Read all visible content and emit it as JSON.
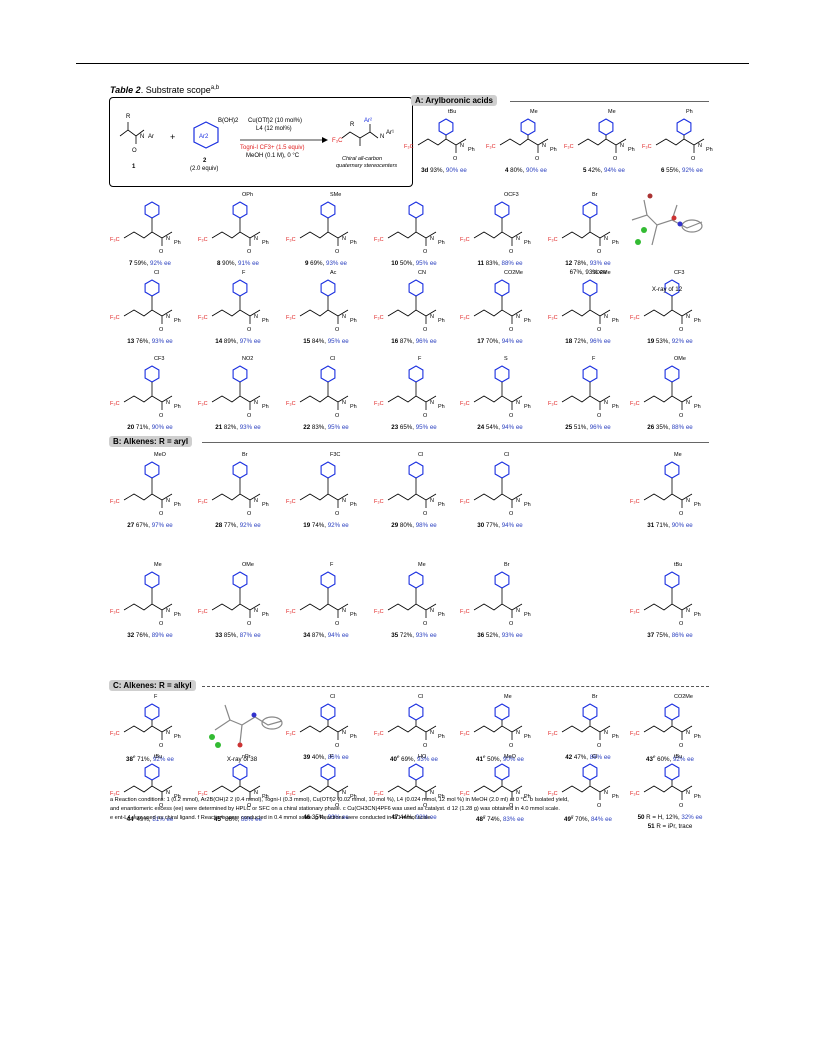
{
  "table_title": {
    "label": "Table 2",
    "text": "Substrate scope",
    "superscript": "a,b"
  },
  "scheme": {
    "reagent1_label": "1",
    "reagent1_text": "Ar",
    "reagent2_label": "2",
    "reagent2_note": "(2.0 equiv)",
    "boron": "B(OH)2",
    "ar2": "Ar2",
    "plus": "+",
    "conditions": [
      "Cu(OTf)2 (10 mol%)",
      "L4 (12 mol%)",
      "Togni-I CF3+ (1.5 equiv)",
      "MeOH (0.1 M), 0 °C"
    ],
    "product_caption": [
      "Chiral all-carbon",
      "quaternary stereocenters"
    ]
  },
  "sections": {
    "A": "A: Arylboronic acids",
    "B": "B: Alkenes:  R = aryl",
    "C": "C: Alkenes:  R = alkyl"
  },
  "compounds": [
    {
      "id": "3d",
      "yield": "93%,",
      "ee": "90% ee",
      "sub": "tBu"
    },
    {
      "id": "4",
      "yield": "80%,",
      "ee": "90% ee",
      "sub": "Me"
    },
    {
      "id": "5",
      "yield": "42%,",
      "ee": "94% ee",
      "sub": "Me"
    },
    {
      "id": "6",
      "yield": "55%,",
      "ee": "92% ee",
      "sub": "Ph"
    },
    {
      "id": "7",
      "yield": "59%,",
      "ee": "92% ee",
      "sub": ""
    },
    {
      "id": "8",
      "yield": "90%,",
      "ee": "91% ee",
      "sub": "OPh"
    },
    {
      "id": "9",
      "yield": "69%,",
      "ee": "93% ee",
      "sub": "SMe"
    },
    {
      "id": "10",
      "yield": "50%,",
      "ee": "95% ee",
      "sub": ""
    },
    {
      "id": "11",
      "yield": "83%,",
      "ee": "88% ee",
      "sub": "OCF3"
    },
    {
      "id": "12",
      "yield": "78%,",
      "ee": "93% ee",
      "sub": "Br",
      "extra": "67%, 93% ee"
    },
    {
      "id": "13",
      "yield": "76%,",
      "ee": "93% ee",
      "sub": "Cl"
    },
    {
      "id": "14",
      "yield": "89%,",
      "ee": "97% ee",
      "sub": "F"
    },
    {
      "id": "15",
      "yield": "84%,",
      "ee": "95% ee",
      "sub": "Ac"
    },
    {
      "id": "16",
      "yield": "87%,",
      "ee": "96% ee",
      "sub": "CN"
    },
    {
      "id": "17",
      "yield": "70%,",
      "ee": "94% ee",
      "sub": "CO2Me"
    },
    {
      "id": "18",
      "yield": "72%,",
      "ee": "96% ee",
      "sub": "SO2Me"
    },
    {
      "id": "19",
      "yield": "53%,",
      "ee": "92% ee",
      "sub": "CF3"
    },
    {
      "id": "20",
      "yield": "71%,",
      "ee": "90% ee",
      "sub": "CF3"
    },
    {
      "id": "21",
      "yield": "82%,",
      "ee": "93% ee",
      "sub": "NO2"
    },
    {
      "id": "22",
      "yield": "83%,",
      "ee": "95% ee",
      "sub": "Cl"
    },
    {
      "id": "23",
      "yield": "65%,",
      "ee": "95% ee",
      "sub": "F"
    },
    {
      "id": "24",
      "yield": "54%,",
      "ee": "94% ee",
      "sub": "S"
    },
    {
      "id": "25",
      "yield": "51%,",
      "ee": "96% ee",
      "sub": "F"
    },
    {
      "id": "26",
      "yield": "35%,",
      "ee": "88% ee",
      "sub": "OMe"
    },
    {
      "id": "27",
      "yield": "67%,",
      "ee": "97% ee",
      "sub": "MeO"
    },
    {
      "id": "28",
      "yield": "77%,",
      "ee": "92% ee",
      "sub": "Br"
    },
    {
      "id": "19",
      "yield": "74%,",
      "ee": "92% ee",
      "sub": "F3C"
    },
    {
      "id": "29",
      "yield": "80%,",
      "ee": "98% ee",
      "sub": "Cl"
    },
    {
      "id": "30",
      "yield": "77%,",
      "ee": "94% ee",
      "sub": "Cl"
    },
    {
      "id": "31",
      "yield": "71%,",
      "ee": "90% ee",
      "sub": "Me"
    },
    {
      "id": "32",
      "yield": "76%,",
      "ee": "89% ee",
      "sub": "Me"
    },
    {
      "id": "33",
      "yield": "85%,",
      "ee": "87% ee",
      "sub": "OMe"
    },
    {
      "id": "34",
      "yield": "87%,",
      "ee": "94% ee",
      "sub": "F"
    },
    {
      "id": "35",
      "yield": "72%,",
      "ee": "93% ee",
      "sub": "Me"
    },
    {
      "id": "36",
      "yield": "52%,",
      "ee": "93% ee",
      "sub": "Br"
    },
    {
      "id": "37",
      "yield": "75%,",
      "ee": "86% ee",
      "sub": "tBu"
    },
    {
      "id": "38",
      "yield": "71%,",
      "ee": "92% ee",
      "sub": "F",
      "mark": "e"
    },
    {
      "id": "39",
      "yield": "40%,",
      "ee": "86% ee",
      "sub": "Cl"
    },
    {
      "id": "40",
      "yield": "69%,",
      "ee": "93% ee",
      "sub": "Cl",
      "mark": "e"
    },
    {
      "id": "41",
      "yield": "50%,",
      "ee": "90% ee",
      "sub": "Me",
      "mark": "e"
    },
    {
      "id": "42",
      "yield": "47%,",
      "ee": "86% ee",
      "sub": "Br"
    },
    {
      "id": "43",
      "yield": "60%,",
      "ee": "92% ee",
      "sub": "CO2Me",
      "mark": "e"
    },
    {
      "id": "44",
      "yield": "49%,",
      "ee": "81% ee",
      "sub": "tBu",
      "mark": "f"
    },
    {
      "id": "45",
      "yield": "86%,",
      "ee": "88% ee",
      "sub": "nPr",
      "mark": "e"
    },
    {
      "id": "46",
      "yield": "35%,",
      "ee": "90% ee",
      "sub": "F"
    },
    {
      "id": "47",
      "yield": "44%,",
      "ee": "93% ee",
      "sub": "HO"
    },
    {
      "id": "48",
      "yield": "74%,",
      "ee": "83% ee",
      "sub": "MeO",
      "mark": "g"
    },
    {
      "id": "49",
      "yield": "70%,",
      "ee": "84% ee",
      "sub": "Cl",
      "mark": "g"
    },
    {
      "id": "50",
      "yield": "R = H, 12%,",
      "ee": "32% ee",
      "sub": "tBu",
      "extra_id": "51",
      "extra": "R = iPr, trace"
    }
  ],
  "xray": [
    "X-ray of 12",
    "X-ray of 38"
  ],
  "footnotes": [
    "a Reaction conditions: 1 (0.2 mmol), Ar2B(OH)2 2 (0.4 mmol), Togni-I (0.3 mmol), Cu(OTf)2 (0.02 mmol, 10 mol %), L4 (0.024 mmol, 12 mol %) in MeOH (2.0 ml) at 0 °C. b Isolated yield,",
    "and enantiomeric excess (ee)  were determined by HPLC or SFC on a chiral stationary phase. c Cu(CH3CN)4PF6 was used as catalyst. d 12 (1.28 g) was obtained in 4.0 mmol scale.",
    "e ent-L4 was used as chiral ligand. f Reactions were conducted in 0.4 mmol scale. g Reactions were conducted in 0.1 mmol scale."
  ],
  "colors": {
    "blue": "#1a2fe0",
    "red": "#e02020",
    "ee": "#2a3fbf"
  }
}
